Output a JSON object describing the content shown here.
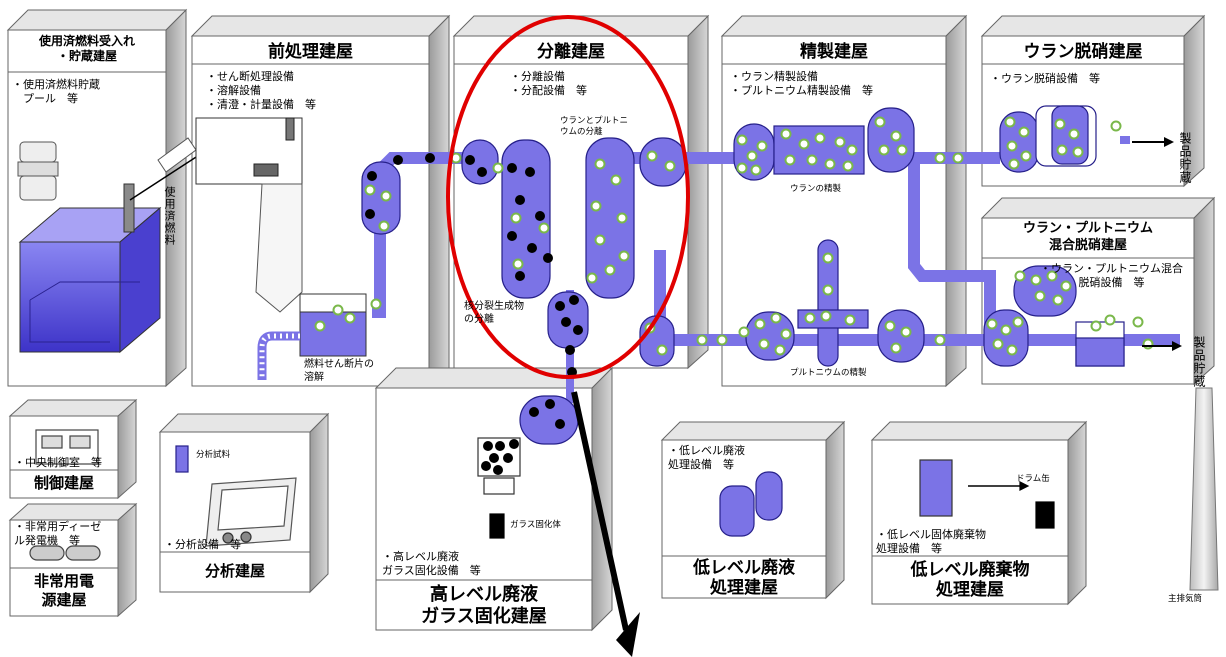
{
  "buildings": {
    "spent_fuel": {
      "title": "使用済燃料受入れ\n・貯蔵建屋",
      "equip": "・使用済燃料貯蔵\n　プール　等"
    },
    "head_end": {
      "title": "前処理建屋",
      "equip": "・せん断処理設備\n・溶解設備\n・清澄・計量設備　等"
    },
    "separation": {
      "title": "分離建屋",
      "equip": "・分離設備\n・分配設備　等"
    },
    "purification": {
      "title": "精製建屋",
      "equip": "・ウラン精製設備\n・プルトニウム精製設備　等"
    },
    "u_denitration": {
      "title": "ウラン脱硝建屋",
      "equip": "・ウラン脱硝設備　等"
    },
    "mox": {
      "title": "ウラン・プルトニウム\n混合脱硝建屋",
      "equip": "・ウラン・プルトニウム混合\n脱硝設備　等"
    },
    "control": {
      "title": "制御建屋",
      "equip": "・中央制御室　等"
    },
    "emergency": {
      "title": "非常用電\n源建屋",
      "equip": "・非常用ディーゼ\nル発電機　等"
    },
    "analysis": {
      "title": "分析建屋",
      "equip": "・分析設備　等",
      "sample": "分析試料"
    },
    "vitrification": {
      "title": "高レベル廃液\nガラス固化建屋",
      "equip": "・高レベル廃液\nガラス固化設備　等",
      "product": "ガラス固化体"
    },
    "low_liquid": {
      "title": "低レベル廃液\n処理建屋",
      "equip": "・低レベル廃液\n処理設備　等"
    },
    "low_solid": {
      "title": "低レベル廃棄物\n処理建屋",
      "equip": "・低レベル固体廃棄物\n処理設備　等",
      "drum": "ドラム缶"
    }
  },
  "labels": {
    "spent_fuel_transfer": "使用済燃料",
    "dissolution": "燃料せん断片の\n溶解",
    "u_pu_separation": "ウランとプルトニ\nウムの分離",
    "fission_products": "核分裂生成物\nの分離",
    "u_purification": "ウランの精製",
    "pu_purification": "プルトニウムの精製",
    "product_storage_1": "製品貯蔵",
    "product_storage_2": "製品貯蔵",
    "stack": "主排気筒"
  },
  "colors": {
    "process_fill": "#7b73e6",
    "process_stroke": "#26208a",
    "pellet_fill": "#7ab84a",
    "highlight_circle": "#e00000",
    "box_gray": "#bdbdbd"
  }
}
